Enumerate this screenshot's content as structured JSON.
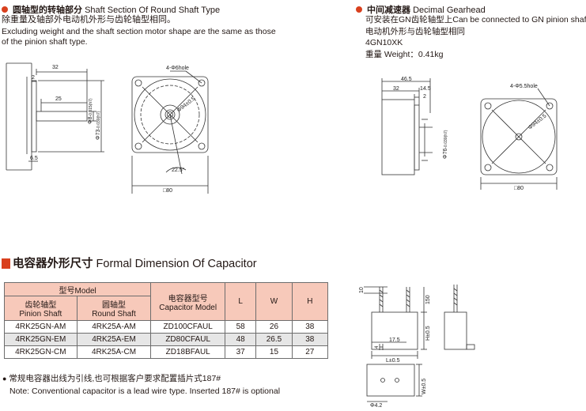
{
  "round_shaft": {
    "title_cn": "圆轴型的转轴部分",
    "title_en": "Shaft Section Of Round Shaft Type",
    "desc_cn": "除重量及轴部外电动机外形与齿轮轴型相同。",
    "desc_en_1": "Excluding weight and the shaft section motor shape are the same as those",
    "desc_en_2": "of the pinion shaft type.",
    "dims": {
      "d32": "32",
      "d2": "2",
      "d25": "25",
      "d65": "6.5",
      "phi8": "Φ8",
      "phi8_tol": "-0.015(h7)",
      "phi73": "Φ73",
      "phi73_tol": "-0.030(h7)",
      "holes": "4-Φ6hole",
      "pcd": "Φ94±0.5",
      "angle": "22.5°",
      "square": "□80"
    }
  },
  "gearhead": {
    "title_cn": "中间减速器",
    "title_en": "Decimal Gearhead",
    "desc_1": "可安装在GN齿轮轴型上Can be connected to GN pinion shaft type",
    "desc_2": "电动机外形与齿轮轴型相同",
    "model": "4GN10XK",
    "weight_label": "重量 Weight：0.41kg",
    "dims": {
      "d465": "46.5",
      "d32": "32",
      "d145": "14.5",
      "d2": "2",
      "phi76": "Φ76",
      "phi76_tol": "-0.030(h7)",
      "holes": "4-Φ5.5hole",
      "pcd": "Φ94±0.5",
      "square": "□80"
    }
  },
  "capacitor": {
    "section_cn": "电容器外形尺寸",
    "section_en": "Formal Dimension Of Capacitor",
    "table": {
      "model_group": "型号Model",
      "col_pinion_cn": "齿轮轴型",
      "col_pinion_en": "Pinion Shaft",
      "col_round_cn": "圆轴型",
      "col_round_en": "Round Shaft",
      "col_cap_cn": "电容器型号",
      "col_cap_en": "Capacitor Model",
      "col_l": "L",
      "col_w": "W",
      "col_h": "H",
      "rows": [
        {
          "pinion": "4RK25GN-AM",
          "round": "4RK25A-AM",
          "cap": "ZD100CFAUL",
          "l": "58",
          "w": "26",
          "h": "38"
        },
        {
          "pinion": "4RK25GN-EM",
          "round": "4RK25A-EM",
          "cap": "ZD80CFAUL",
          "l": "48",
          "w": "26.5",
          "h": "38"
        },
        {
          "pinion": "4RK25GN-CM",
          "round": "4RK25A-CM",
          "cap": "ZD18BFAUL",
          "l": "37",
          "w": "15",
          "h": "27"
        }
      ]
    },
    "note_cn": "常规电容器出线为引线,也可根据客户要求配置插片式187#",
    "note_en": "Note: Conventional capacitor is a lead wire type. Inserted 187# is optional",
    "dims": {
      "d10": "10",
      "d150": "150",
      "h": "H±0.5",
      "d175": "17.5",
      "d4": "4",
      "l": "L±0.5",
      "w": "W±0.5",
      "phi42": "Φ4.2"
    }
  },
  "colors": {
    "accent": "#d9401e",
    "header_bg": "#f7c9ba",
    "alt_row": "#e6e6e6"
  }
}
